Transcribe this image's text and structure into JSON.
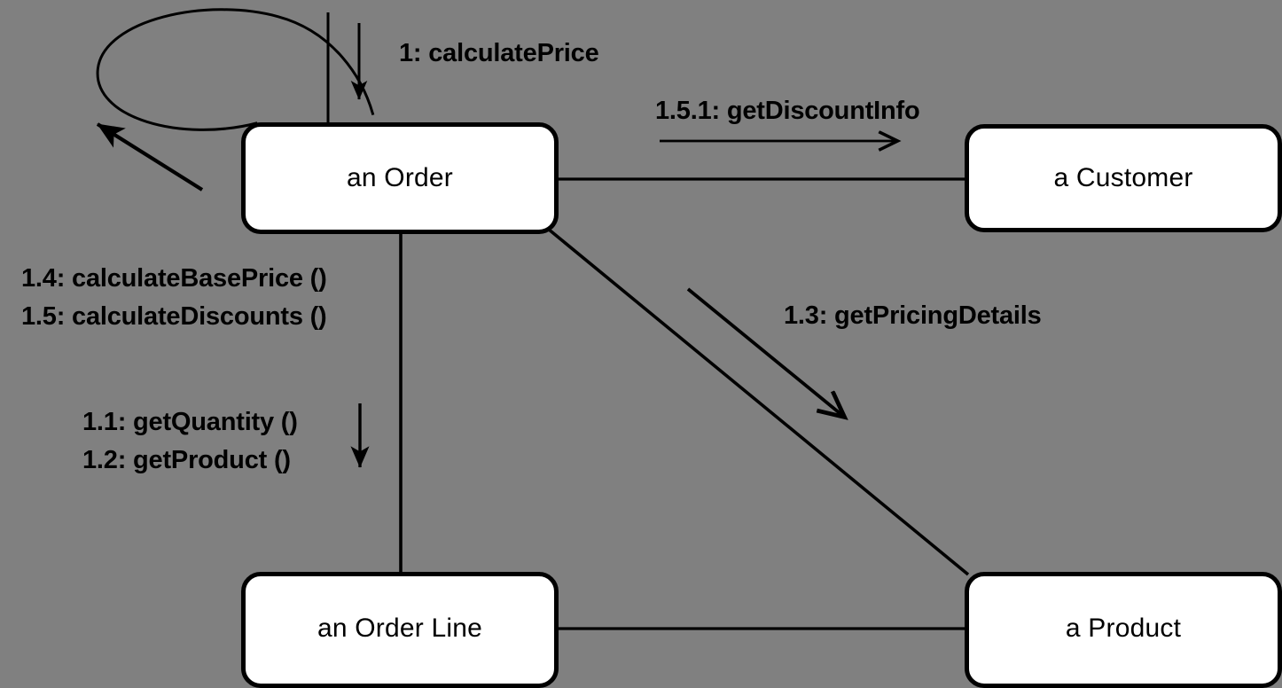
{
  "diagram": {
    "type": "uml-communication-diagram",
    "background_color": "#808080",
    "line_color": "#000000",
    "box_fill_color": "#ffffff",
    "objects": [
      {
        "id": "order",
        "label": "an Order"
      },
      {
        "id": "customer",
        "label": "a Customer"
      },
      {
        "id": "order_line",
        "label": "an Order Line"
      },
      {
        "id": "product",
        "label": "a Product"
      }
    ],
    "messages": {
      "incoming": "1: calculatePrice",
      "to_customer": "1.5.1: getDiscountInfo",
      "to_product": "1.3: getPricingDetails",
      "self_line_1": "1.4: calculateBasePrice ()",
      "self_line_2": "1.5: calculateDiscounts ()",
      "to_order_line_1": "1.1: getQuantity ()",
      "to_order_line_2": "1.2: getProduct ()"
    }
  }
}
